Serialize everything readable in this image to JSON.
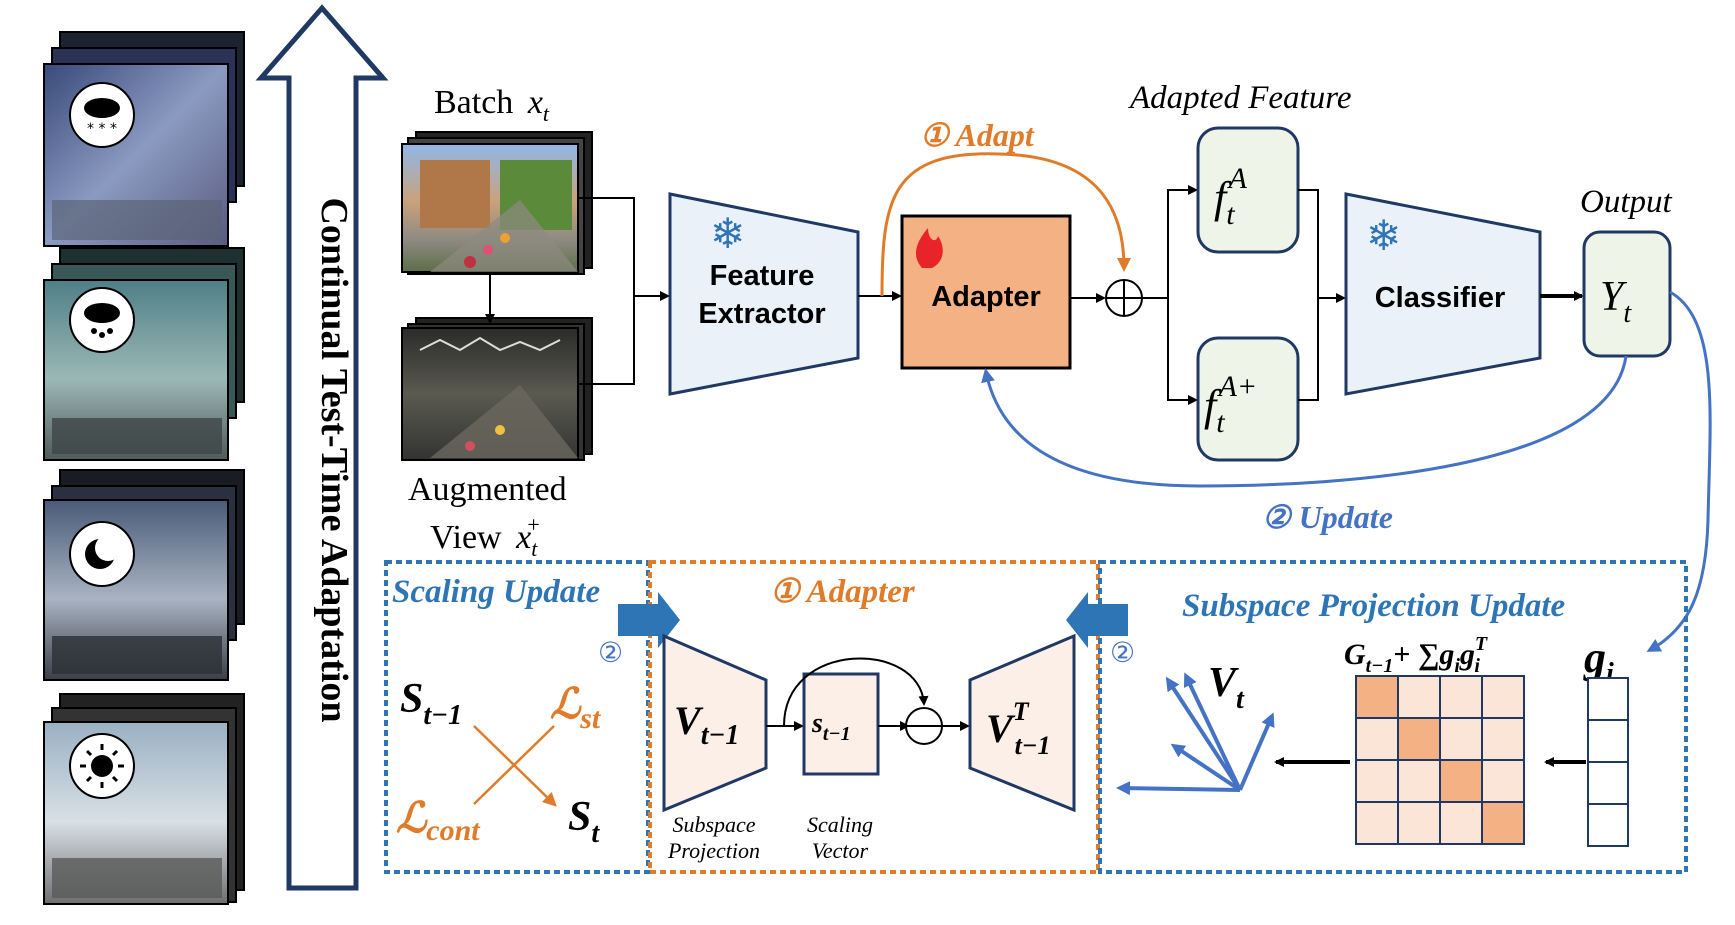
{
  "title_vertical": "Continual Test-Time Adaptation",
  "weather_icons": [
    "snow-icon",
    "rain-icon",
    "night-moon-icon",
    "sun-icon"
  ],
  "inputs": {
    "batch_label": "Batch",
    "batch_symbol": "x",
    "batch_sub": "t",
    "aug_label_1": "Augmented",
    "aug_label_2": "View",
    "aug_symbol": "x",
    "aug_sub": "t",
    "aug_sup": "+"
  },
  "modules": {
    "feature_extractor_1": "Feature",
    "feature_extractor_2": "Extractor",
    "adapter": "Adapter",
    "classifier": "Classifier",
    "adapted_feature_label": "Adapted Feature",
    "output_label": "Output",
    "feat_a": "f",
    "feat_a_sub": "t",
    "feat_a_sup": "A",
    "feat_ap": "f",
    "feat_ap_sub": "t",
    "feat_ap_sup": "A+",
    "output_symbol": "Y",
    "output_sub": "t"
  },
  "steps": {
    "adapt": "① Adapt",
    "update": "② Update"
  },
  "panels": {
    "scaling_update": "Scaling Update",
    "adapter": "① Adapter",
    "subspace_update": "Subspace Projection Update",
    "step2_left": "②",
    "step2_right": "②"
  },
  "scaling": {
    "s_prev": "S",
    "s_prev_sub": "t−1",
    "l_st": "ℒ",
    "l_st_sub": "st",
    "l_cont": "ℒ",
    "l_cont_sub": "cont",
    "s_t": "S",
    "s_t_sub": "t"
  },
  "adapter_detail": {
    "v_prev": "V",
    "v_prev_sub": "t−1",
    "s_small": "s",
    "s_small_sub": "t−1",
    "vt_prev": "V",
    "vt_prev_sup": "T",
    "vt_prev_sub": "t−1",
    "caption_proj_1": "Subspace",
    "caption_proj_2": "Projection",
    "caption_scal_1": "Scaling",
    "caption_scal_2": "Vector"
  },
  "subspace": {
    "v_t": "V",
    "v_t_sub": "t",
    "g_formula_G": "G",
    "g_formula_G_sub": "t−1",
    "g_formula_rest": "+ ∑",
    "g_formula_g": "g",
    "g_formula_g_sub": "i",
    "g_formula_gT": "g",
    "g_formula_gT_sub": "i",
    "g_formula_gT_sup": "T",
    "g_i": "g",
    "g_i_sub": "i"
  },
  "colors": {
    "orange": "#E07B2A",
    "blue": "#4472C4",
    "dark_blue": "#2E75B6",
    "navy": "#1F3864",
    "adapter_fill": "#F4B183",
    "module_fill": "#EAF1F8",
    "feature_fill": "#EEF4E8",
    "matrix_light": "#FBE5D6",
    "matrix_dark": "#F4B183"
  }
}
